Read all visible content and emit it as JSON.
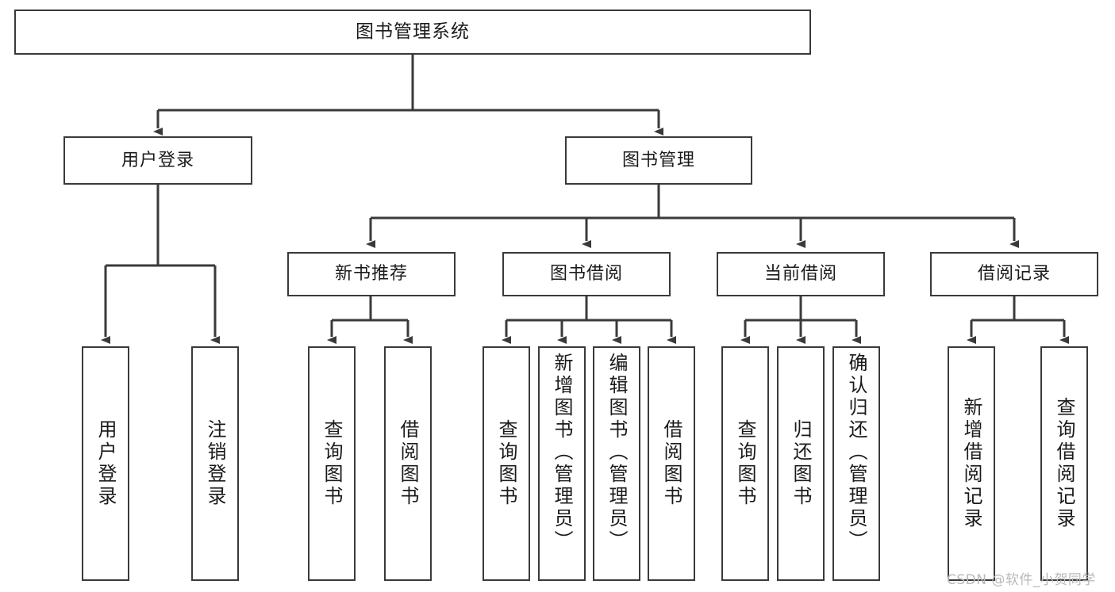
{
  "diagram": {
    "title": "图书管理系统",
    "type": "tree-hierarchy-chart",
    "root": {
      "label": "图书管理系统"
    },
    "level2": [
      {
        "label": "用户登录"
      },
      {
        "label": "图书管理"
      }
    ],
    "level3": [
      {
        "label": "新书推荐"
      },
      {
        "label": "图书借阅"
      },
      {
        "label": "当前借阅"
      },
      {
        "label": "借阅记录"
      }
    ],
    "leaves": {
      "user_login": [
        {
          "label": "用户登录"
        },
        {
          "label": "注销登录"
        }
      ],
      "new_book_recommend": [
        {
          "label": "查询图书"
        },
        {
          "label": "借阅图书"
        }
      ],
      "book_borrow": [
        {
          "label": "查询图书"
        },
        {
          "label": "新增图书（管理员）"
        },
        {
          "label": "编辑图书（管理员）"
        },
        {
          "label": "借阅图书"
        }
      ],
      "current_borrow": [
        {
          "label": "查询图书"
        },
        {
          "label": "归还图书"
        },
        {
          "label": "确认归还（管理员）"
        }
      ],
      "borrow_records": [
        {
          "label": "新增借阅记录"
        },
        {
          "label": "查询借阅记录"
        }
      ]
    }
  },
  "watermark": {
    "text": "CSDN @软件_小贺同学"
  },
  "colors": {
    "box_border": "#3a3a3a",
    "box_fill": "#ffffff",
    "text": "#1b1b1b",
    "connector": "#3a3a3a",
    "watermark": "#b8b8b8",
    "background": "#ffffff"
  }
}
